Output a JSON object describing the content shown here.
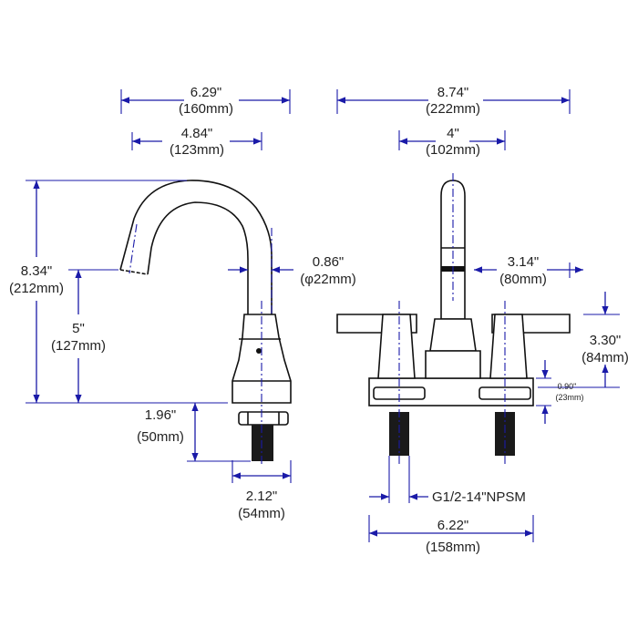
{
  "dimensions": {
    "overall_reach": {
      "imperial": "6.29\"",
      "metric": "(160mm)"
    },
    "spout_reach": {
      "imperial": "4.84\"",
      "metric": "(123mm)"
    },
    "overall_height": {
      "imperial": "8.34\"",
      "metric": "(212mm)"
    },
    "spout_height": {
      "imperial": "5\"",
      "metric": "(127mm)"
    },
    "spout_diameter": {
      "imperial": "0.86\"",
      "metric": "(φ22mm)"
    },
    "shank_length": {
      "imperial": "1.96\"",
      "metric": "(50mm)"
    },
    "base_depth": {
      "imperial": "2.12\"",
      "metric": "(54mm)"
    },
    "overall_width": {
      "imperial": "8.74\"",
      "metric": "(222mm)"
    },
    "center_spacing": {
      "imperial": "4\"",
      "metric": "(102mm)"
    },
    "aerator_to_handle": {
      "imperial": "3.14\"",
      "metric": "(80mm)"
    },
    "handle_height": {
      "imperial": "3.30\"",
      "metric": "(84mm)"
    },
    "deck_height": {
      "imperial": "0.90\"",
      "metric": "(23mm)"
    },
    "thread_spec": {
      "label": "G1/2-14\"NPSM"
    },
    "base_width": {
      "imperial": "6.22\"",
      "metric": "(158mm)"
    }
  },
  "colors": {
    "dimension_line": "#1a1aa8",
    "outline": "#111111",
    "text": "#222222"
  }
}
